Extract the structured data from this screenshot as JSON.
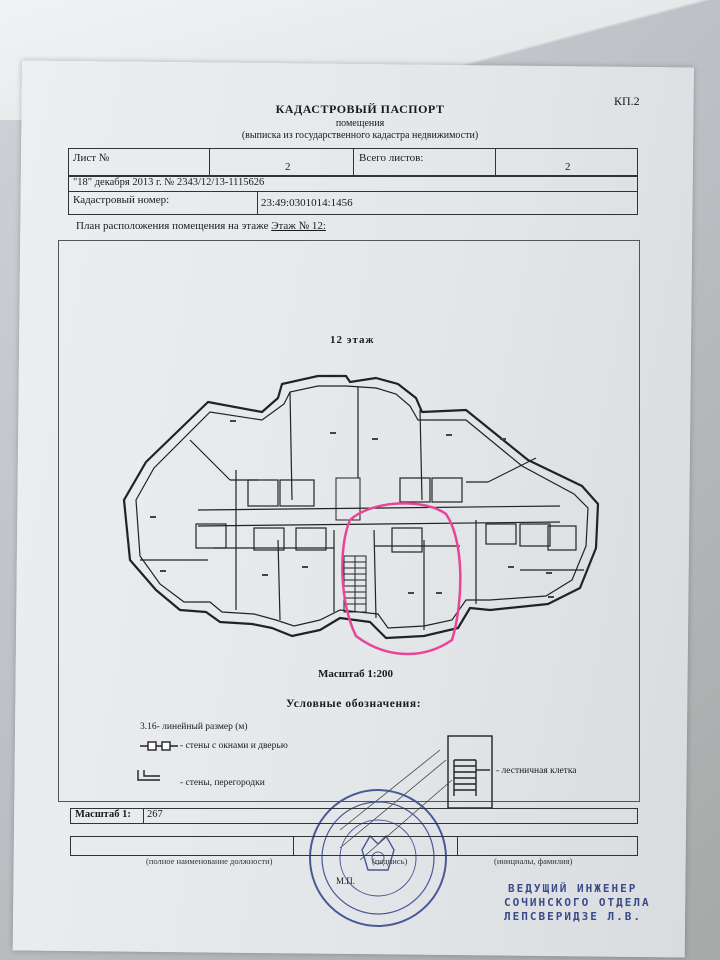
{
  "header": {
    "code": "КП.2",
    "title": "КАДАСТРОВЫЙ ПАСПОРТ",
    "subtitle": "помещения",
    "subtitle2": "(выписка из государственного кадастра недвижимости)"
  },
  "sheet": {
    "sheet_label": "Лист №",
    "sheet_value": "2",
    "total_label": "Всего листов:",
    "total_value": "2"
  },
  "record": {
    "date_number": "\"18\" декабря 2013 г. № 2343/12/13-1115626",
    "cadastral_label": "Кадастровый номер:",
    "cadastral_value": "23:49:0301014:1456"
  },
  "plan": {
    "caption_prefix": "План расположения помещения на этаже",
    "caption_floor": "Этаж № 12:",
    "floor_title": "12 этаж",
    "scale_label": "Масштаб 1:200"
  },
  "legend": {
    "title": "Условные обозначения:",
    "item1": "3.16- линейный размер (м)",
    "item2": "- стены с окнами и дверью",
    "item3": "- стены, перегородки",
    "item4": "- лестничная клетка"
  },
  "footer": {
    "scale_label": "Масштаб 1:",
    "scale_value": "267",
    "position_caption": "(полное наименование должности)",
    "signature_caption": "(подпись)",
    "name_caption": "(инициалы, фамилия)",
    "mp": "М.П."
  },
  "stamp": {
    "line1": "ВЕДУЩИЙ ИНЖЕНЕР",
    "line2": "СОЧИНСКОГО ОТДЕЛА",
    "line3": "ЛЕПСВЕРИДЗЕ Л.В."
  },
  "colors": {
    "highlight": "#e8459a",
    "stamp": "#3b4a8a"
  }
}
